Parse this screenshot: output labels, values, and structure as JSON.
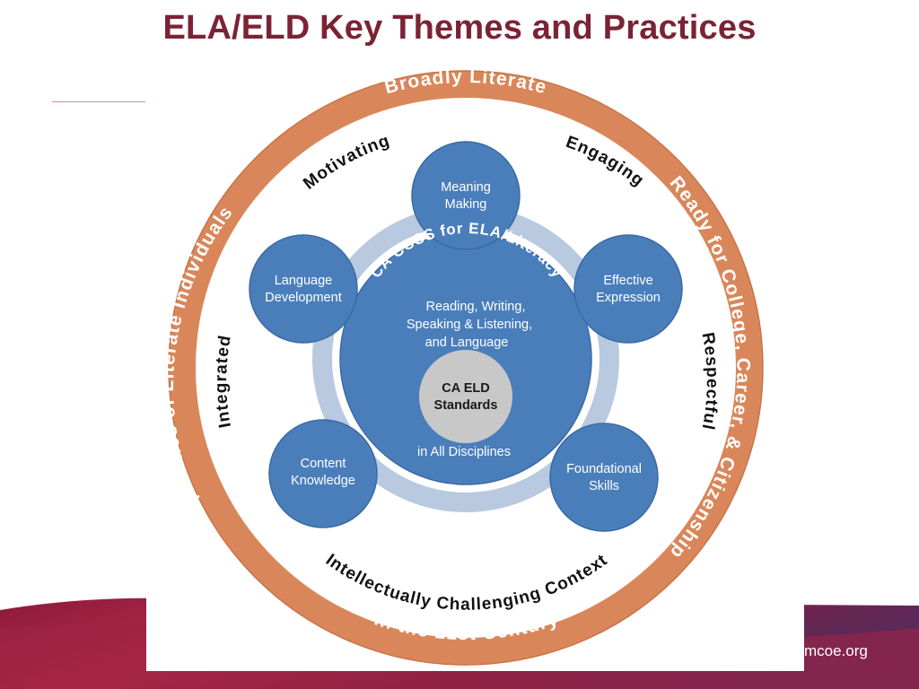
{
  "slide": {
    "title": "ELA/ELD Key Themes and Practices",
    "footer": "mcoe.org"
  },
  "diagram": {
    "outer_ring": {
      "top": "Broadly Literate",
      "right": "Ready for College, Career, & Citizenship",
      "bottom": "In the 21st Century",
      "left": "Capacities of Literate Individuals"
    },
    "middle_ring": {
      "top_left": "Motivating",
      "top_right": "Engaging",
      "right": "Respectful",
      "bottom": "Intellectually Challenging Context",
      "left": "Integrated"
    },
    "nodes": [
      [
        "Meaning",
        "Making"
      ],
      [
        "Effective",
        "Expression"
      ],
      [
        "Foundational",
        "Skills"
      ],
      [
        "Content",
        "Knowledge"
      ],
      [
        "Language",
        "Development"
      ]
    ],
    "core": {
      "arc_title": "CA CCSS for ELA/Literacy",
      "lines": [
        "Reading, Writing,",
        "Speaking & Listening,",
        "and Language"
      ],
      "bottom": "in All Disciplines",
      "center": [
        "CA ELD",
        "Standards"
      ]
    },
    "colors": {
      "title": "#7b2335",
      "outer_ring": "#d9875a",
      "node_blue": "#4a7ebb",
      "pale_ring": "#b8c9e0",
      "center_gray": "#c8c8c8"
    }
  }
}
